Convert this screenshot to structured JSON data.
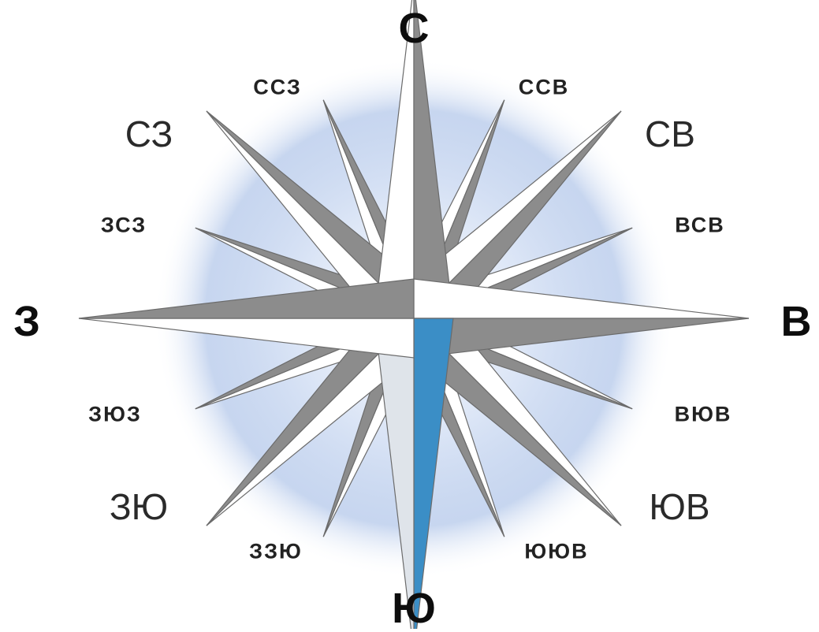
{
  "labels": {
    "north": "С",
    "east": "В",
    "south": "Ю",
    "west": "З",
    "northeast": "СВ",
    "southeast": "ЮВ",
    "southwest": "ЗЮ",
    "northwest": "СЗ",
    "north_northeast": "ССВ",
    "east_northeast": "ВСВ",
    "east_southeast": "ВЮВ",
    "south_southeast": "ЮЮВ",
    "south_southwest": "ЗЗЮ",
    "west_southwest": "ЗЮЗ",
    "west_northwest": "ЗСЗ",
    "north_northwest": "ССЗ"
  },
  "colors": {
    "halo": "#9fb6e0",
    "face_light": "#ffffff",
    "face_dark": "#8c8c8c",
    "south_accent": "#3b8ec6",
    "outline": "#6b6b6b"
  }
}
